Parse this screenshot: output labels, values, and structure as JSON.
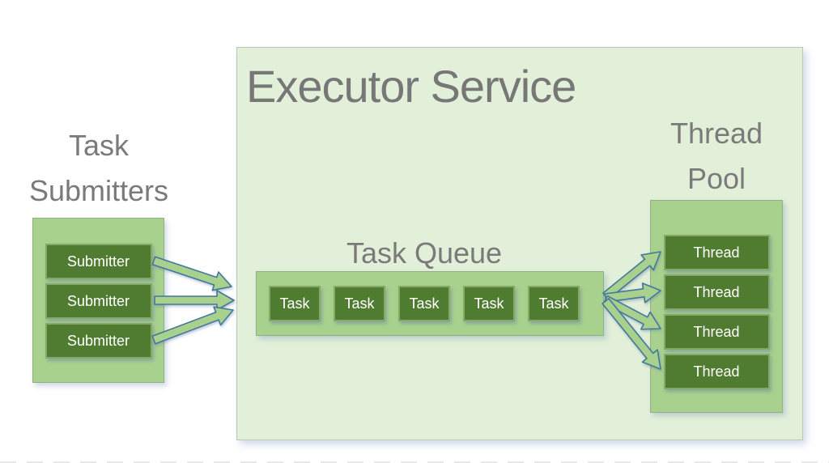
{
  "diagram": {
    "left_panel": {
      "title": "Task Submitters",
      "items": [
        "Submitter",
        "Submitter",
        "Submitter"
      ]
    },
    "executor": {
      "title": "Executor Service",
      "queue": {
        "title": "Task Queue",
        "items": [
          "Task",
          "Task",
          "Task",
          "Task",
          "Task"
        ]
      },
      "pool": {
        "title": "Thread Pool",
        "items": [
          "Thread",
          "Thread",
          "Thread",
          "Thread"
        ]
      }
    },
    "colors": {
      "panel_green": "#e2f0d9",
      "container_green": "#a9d18e",
      "box_green": "#507c31",
      "box_border_green": "#86aa66",
      "title_gray": "#7a7a7a",
      "arrow_fill": "#a9d18e",
      "arrow_stroke": "#44779d",
      "box_text_white": "#ffffff"
    }
  }
}
